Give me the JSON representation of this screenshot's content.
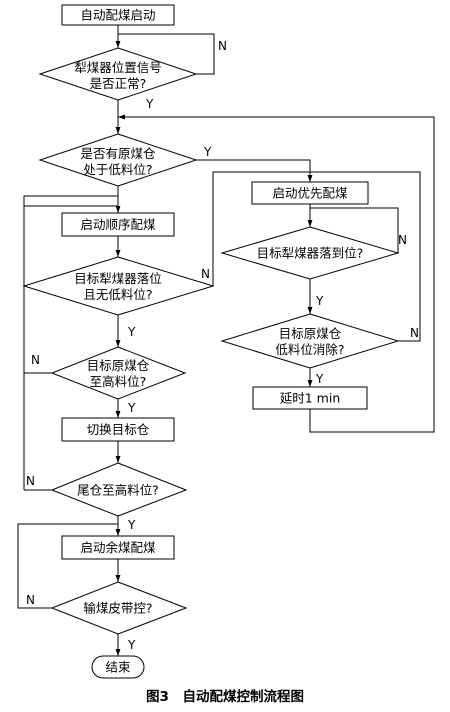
{
  "nodes": {
    "start": "自动配煤启动",
    "plow_signal": [
      "犁煤器位置信号",
      "是否正常?"
    ],
    "low_level": [
      "是否有原煤仓",
      "处于低料位?"
    ],
    "priority_blend": "启动优先配煤",
    "seq_blend": "启动顺序配煤",
    "plow_in_place": "目标犁煤器落到位?",
    "target_plow_no_low": [
      "目标犁煤器落位",
      "且无低料位?"
    ],
    "low_cleared": [
      "目标原煤仓",
      "低料位消除?"
    ],
    "high_level": [
      "目标原煤仓",
      "至高料位?"
    ],
    "delay": "延时1 min",
    "switch_bin": "切换目标仓",
    "tail_high": "尾仓至高料位?",
    "remaining_blend": "启动余煤配煤",
    "conveyor": "输煤皮带控?",
    "end": "结束"
  },
  "edge_labels": {
    "yes": "Y",
    "no": "N"
  },
  "caption": "图3　自动配煤控制流程图"
}
